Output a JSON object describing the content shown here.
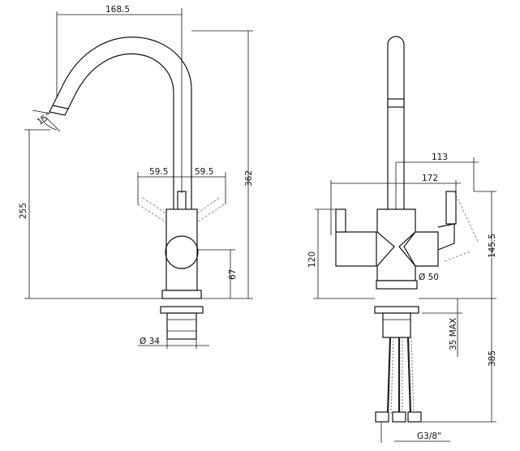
{
  "dimensions": {
    "spout_reach": "168.5",
    "spout_angle": "15°",
    "total_height": "362",
    "spout_height": "255",
    "handle_left_offset": "59.5",
    "handle_right_offset": "59.5",
    "base_to_handle": "67",
    "shank_diameter": "Ø 34",
    "side_reach": "113",
    "side_width": "172",
    "body_height": "120",
    "side_handle_height": "145.5",
    "body_diameter": "Ø 50",
    "mount_thickness": "35 MAX",
    "hose_length": "385",
    "hose_thread": "G3/8\""
  }
}
